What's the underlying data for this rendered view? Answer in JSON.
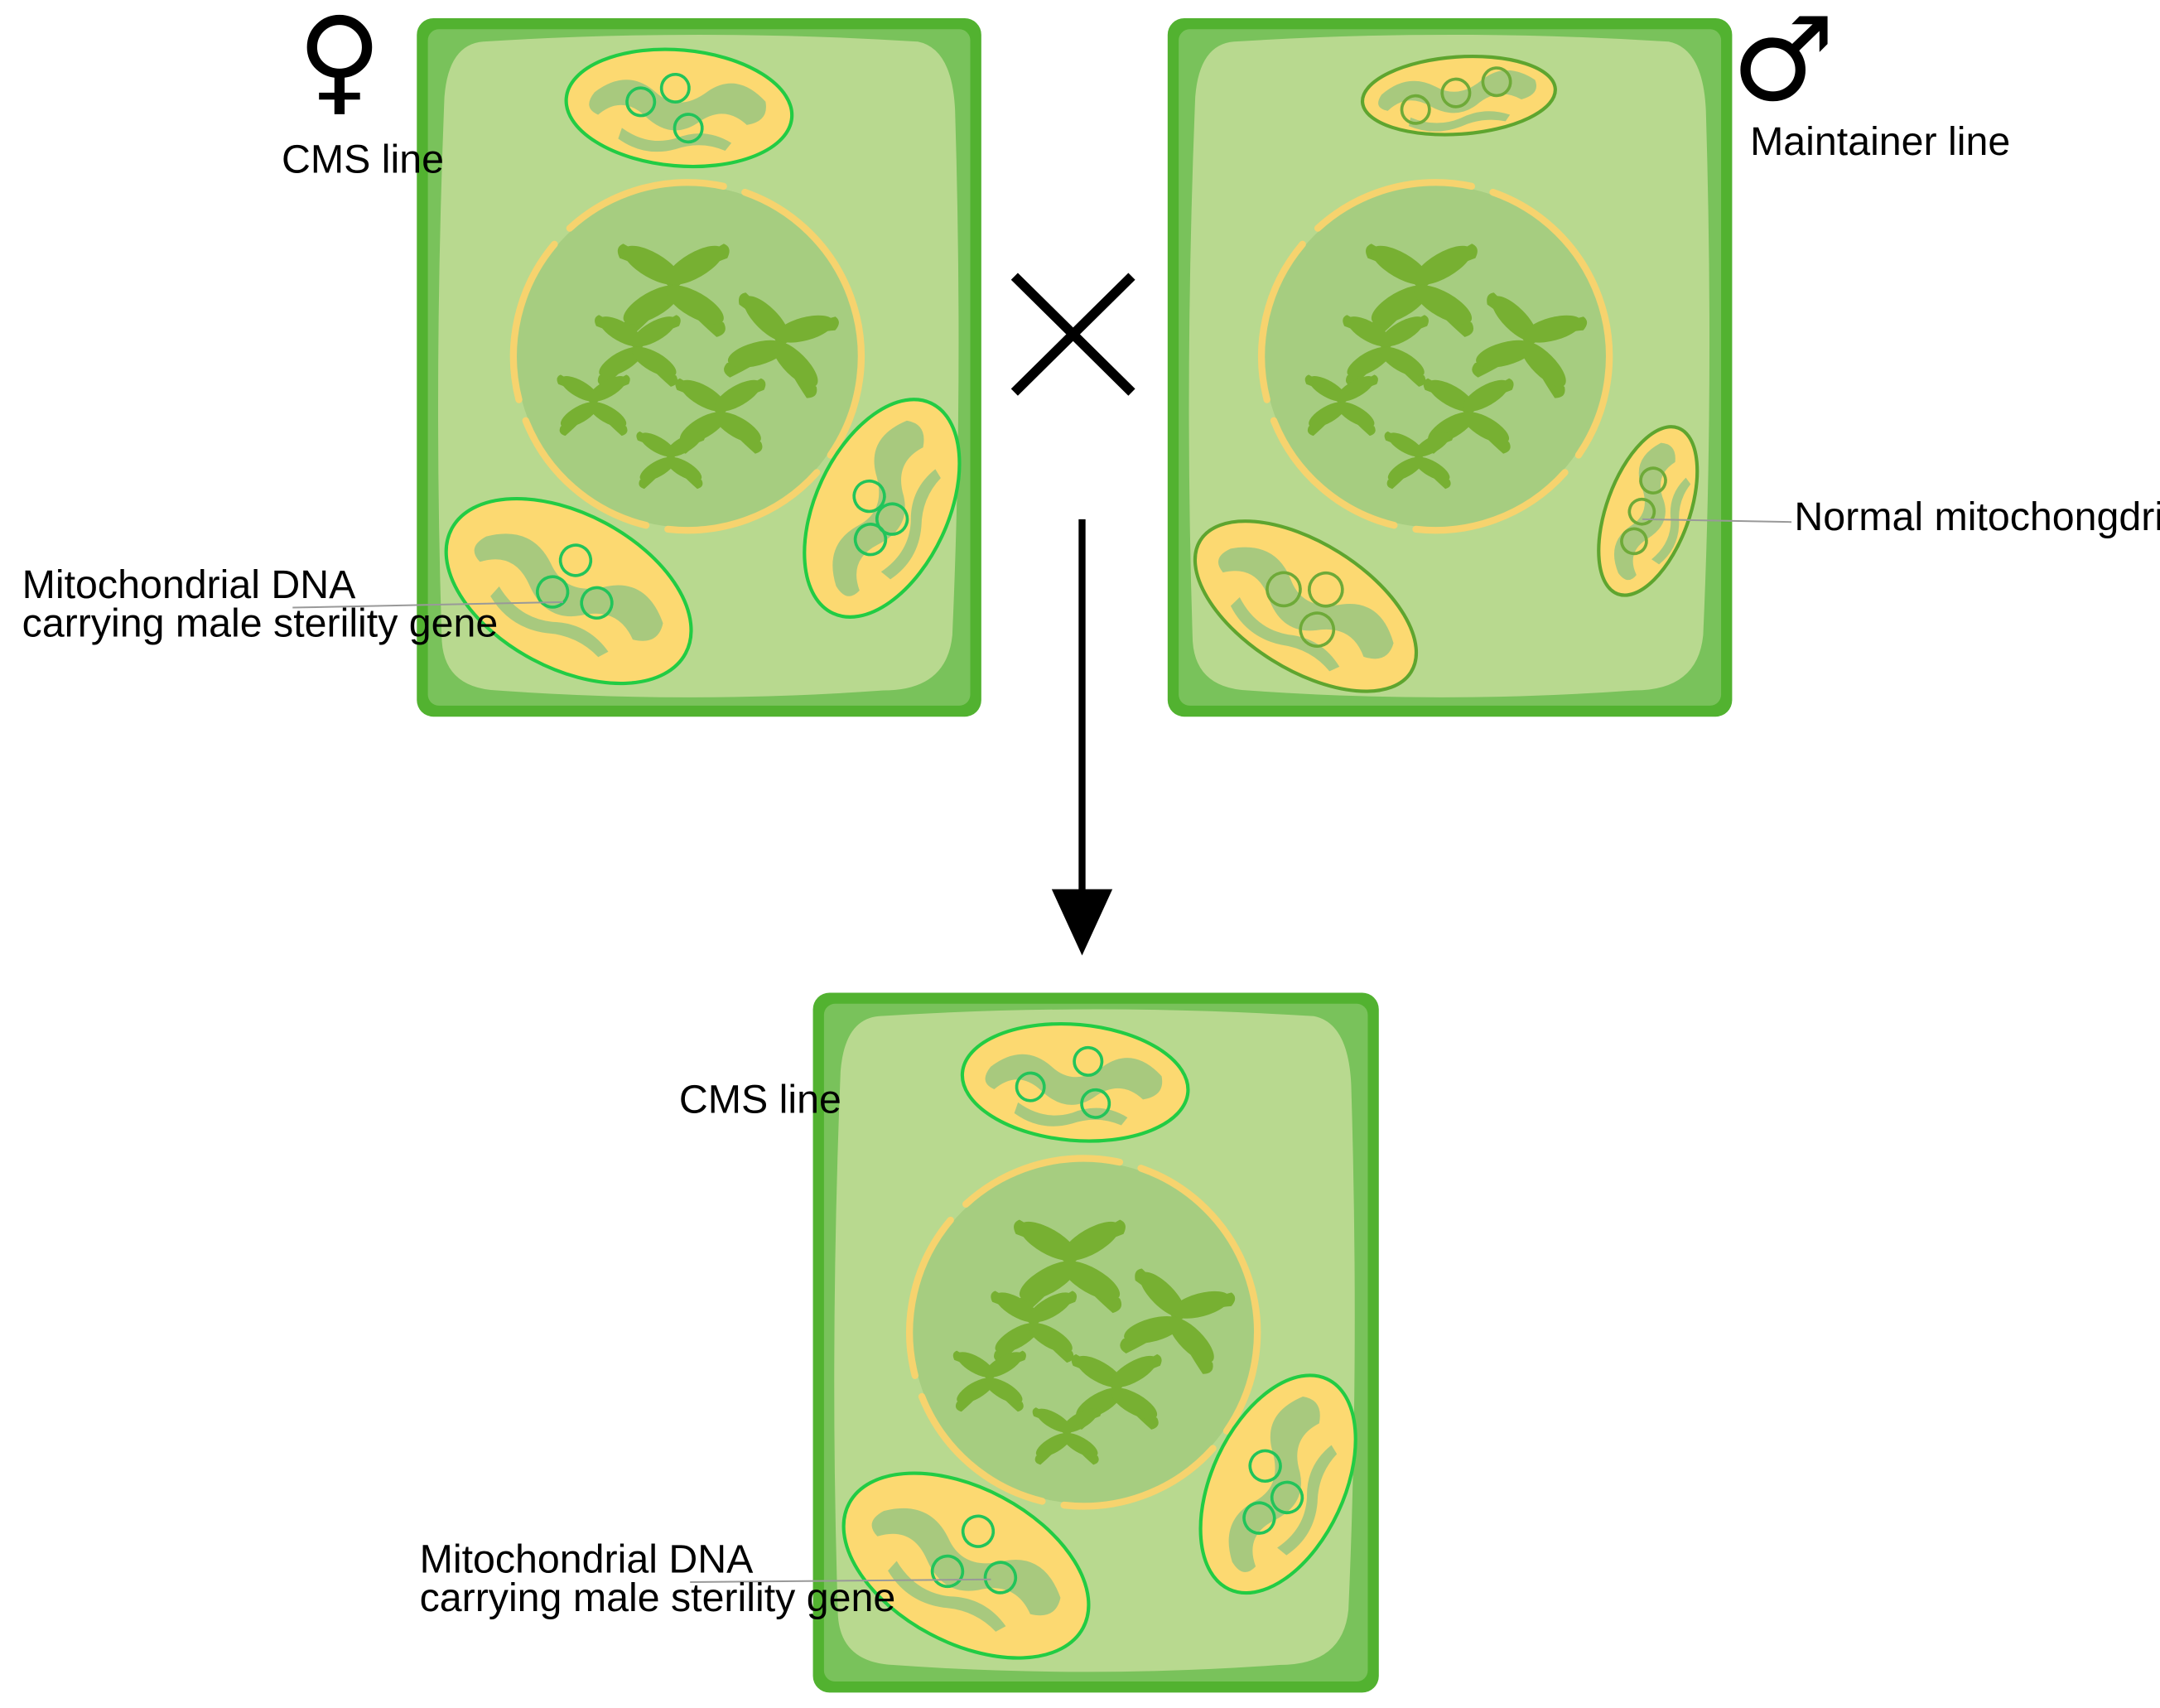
{
  "colors": {
    "cell_wall": "#52b230",
    "cell_inner": "#79c25b",
    "cytoplasm": "#b8d98f",
    "nucleus": "#a6cd80",
    "nuclear_envelope": "#f6d36e",
    "chromosome": "#77b032",
    "mito_fill": "#fcd971",
    "mito_cristae": "#a8c97e",
    "mito_membrane_cms": "#22cc44",
    "mito_membrane_normal": "#5ea52f",
    "dna_cms": "#22c45a",
    "dna_normal": "#6eaa38",
    "leader_line": "#999999"
  },
  "parents": {
    "female": {
      "symbol": "♀",
      "line_label": "CMS line",
      "mito_dna_label_1": "Mitochondrial DNA",
      "mito_dna_label_2": "carrying male sterility gene"
    },
    "male": {
      "symbol": "♂",
      "line_label": "Maintainer line",
      "mito_dna_label": "Normal mitochongdrial DNA"
    }
  },
  "offspring": {
    "line_label": "CMS line",
    "mito_dna_label_1": "Mitochondrial DNA",
    "mito_dna_label_2": "carrying male sterility gene"
  },
  "icons": {
    "cross": "cross-icon",
    "arrow": "arrow-down-icon"
  }
}
